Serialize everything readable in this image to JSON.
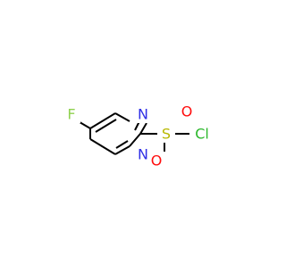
{
  "molecule": {
    "colors": {
      "bond": "#000000",
      "F": "#8fd14f",
      "N": "#2f2fe6",
      "S": "#b8b800",
      "O": "#ff0d0d",
      "Cl": "#2cb82c"
    },
    "atoms": {
      "F": "F",
      "N_top": "N",
      "N_bottom": "N",
      "S": "S",
      "O_top": "O",
      "O_bottom": "O",
      "Cl": "Cl"
    }
  }
}
